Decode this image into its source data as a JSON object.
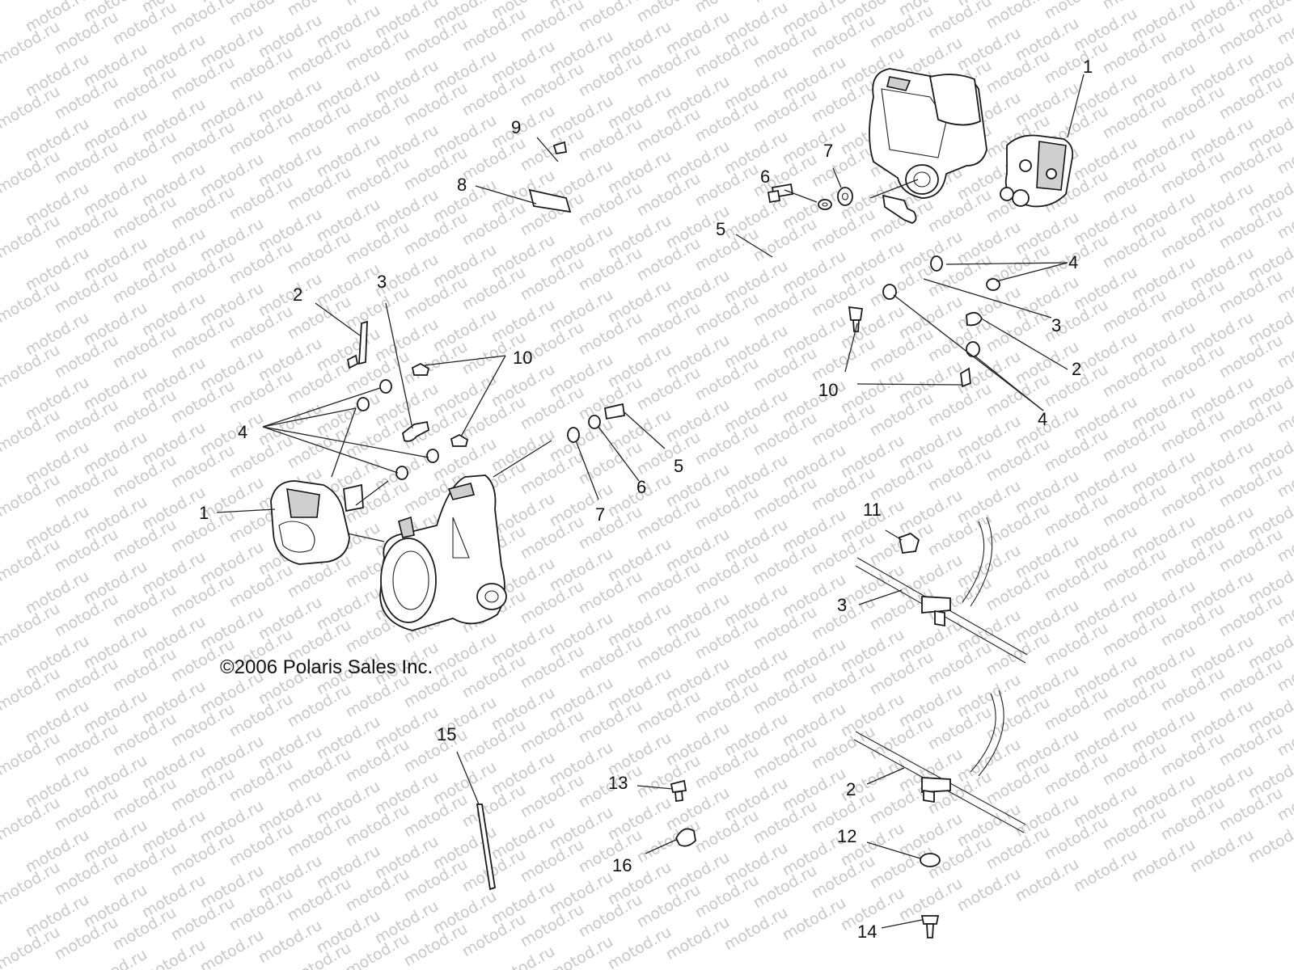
{
  "watermark": "motod.ru",
  "copyright": "©2006 Polaris Sales Inc.",
  "callouts": {
    "r1": "1",
    "r4a": "4",
    "r6": "6",
    "r7": "7",
    "r5": "5",
    "r3": "3",
    "r2": "2",
    "r10": "10",
    "r4b": "4",
    "l9": "9",
    "l8": "8",
    "l2": "2",
    "l3": "3",
    "l10": "10",
    "l4": "4",
    "l1": "1",
    "l5": "5",
    "l6": "6",
    "l7": "7",
    "c11": "11",
    "c3": "3",
    "c2": "2",
    "c12": "12",
    "c14": "14",
    "c15": "15",
    "c13": "13",
    "c16": "16"
  }
}
